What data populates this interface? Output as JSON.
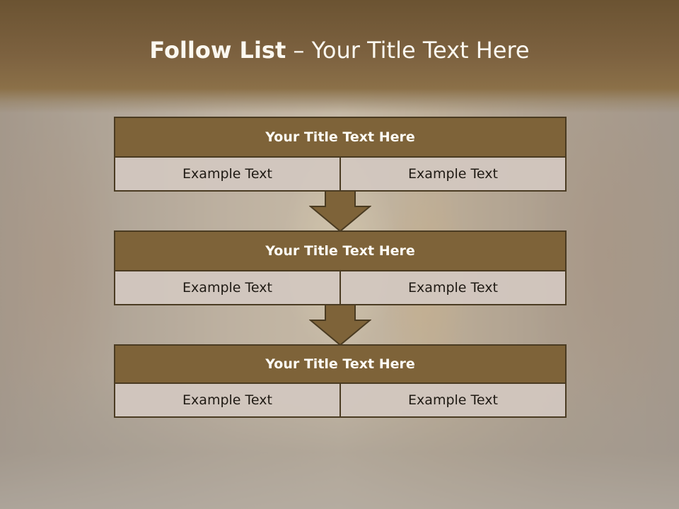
{
  "slide": {
    "title_bold": "Follow List",
    "title_rest": "– Your Title Text Here"
  },
  "steps": [
    {
      "title": "Your Title Text Here",
      "left": "Example Text",
      "right": "Example Text"
    },
    {
      "title": "Your Title Text Here",
      "left": "Example Text",
      "right": "Example Text"
    },
    {
      "title": "Your Title Text Here",
      "left": "Example Text",
      "right": "Example Text"
    }
  ],
  "colors": {
    "header_brown": "#7d6240",
    "box_brown": "#7e6339",
    "box_border": "#4a3b22",
    "cell_fill": "#d2c8c0"
  }
}
